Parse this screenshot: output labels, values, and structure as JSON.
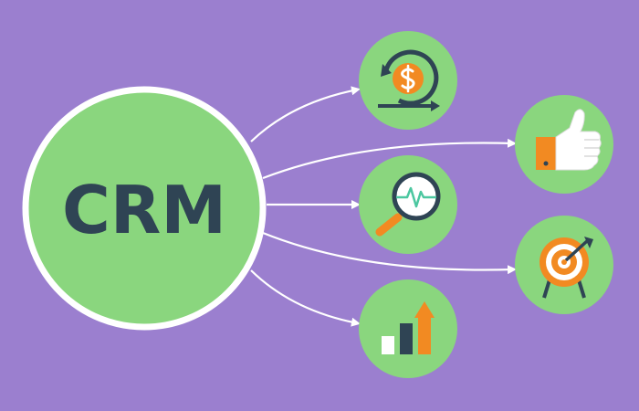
{
  "center": {
    "label": "CRM"
  },
  "nodes": [
    {
      "id": "revenue-cycle",
      "icon": "dollar-cycle-icon"
    },
    {
      "id": "customer-satisfaction",
      "icon": "thumbs-up-icon"
    },
    {
      "id": "analytics",
      "icon": "magnifier-pulse-icon"
    },
    {
      "id": "targeting",
      "icon": "target-icon"
    },
    {
      "id": "growth",
      "icon": "bar-chart-growth-icon"
    }
  ],
  "colors": {
    "background": "#9b7fcf",
    "circle_fill": "#8ad67e",
    "circle_border": "#ffffff",
    "text_dark": "#2f4454",
    "accent_orange": "#f28a22",
    "arrow": "#ffffff"
  }
}
